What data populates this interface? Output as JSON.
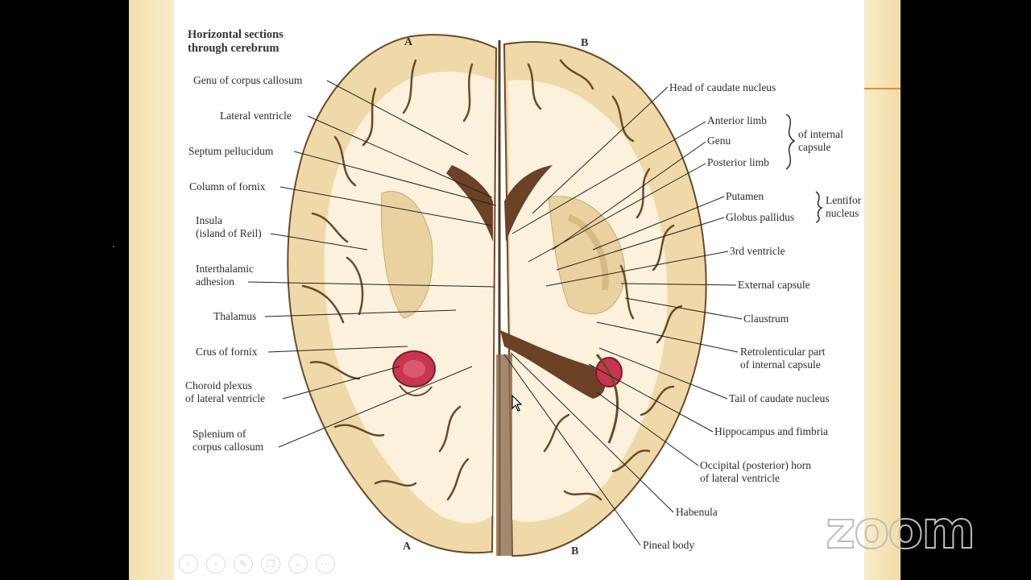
{
  "slide": {
    "title_line1": "Horizontal sections",
    "title_line2": "through cerebrum",
    "section_letters": {
      "top_left": "A",
      "top_right": "B",
      "bottom_left": "A",
      "bottom_right": "B"
    },
    "labels_left": [
      {
        "text": "Genu of corpus callosum"
      },
      {
        "text": "Lateral ventricle"
      },
      {
        "text": "Septum pellucidum"
      },
      {
        "text": "Column of fornix"
      },
      {
        "line1": "Insula",
        "line2": "(island of Reil)"
      },
      {
        "line1": "Interthalamic",
        "line2": "adhesion"
      },
      {
        "text": "Thalamus"
      },
      {
        "text": "Crus of fornix"
      },
      {
        "line1": "Choroid plexus",
        "line2": "of lateral ventricle"
      },
      {
        "line1": "Splenium of",
        "line2": "corpus callosum"
      }
    ],
    "labels_right": [
      {
        "text": "Head of caudate nucleus"
      },
      {
        "text": "Anterior limb"
      },
      {
        "text": "Genu"
      },
      {
        "text": "Posterior limb"
      },
      {
        "text": "Putamen"
      },
      {
        "text": "Globus pallidus"
      },
      {
        "text": "3rd ventricle"
      },
      {
        "text": "External capsule"
      },
      {
        "text": "Claustrum"
      },
      {
        "line1": "Retrolenticular part",
        "line2": "of internal capsule"
      },
      {
        "text": "Tail of caudate nucleus"
      },
      {
        "text": "Hippocampus and fimbria"
      },
      {
        "line1": "Occipital (posterior) horn",
        "line2": "of lateral ventricle"
      },
      {
        "text": "Habenula"
      },
      {
        "text": "Pineal body"
      }
    ],
    "group_internal_capsule": {
      "line1": "of internal",
      "line2": "capsule"
    },
    "group_lentiform": {
      "line1": "Lentifor",
      "line2": "nucleus"
    }
  },
  "watermark": "zoom",
  "toolbar_icons": [
    "back-icon",
    "forward-icon",
    "pen-icon",
    "copy-icon",
    "zoom-icon",
    "more-icon"
  ],
  "colors": {
    "brain_fill": "#f2dcae",
    "white_matter": "#fbf1dc",
    "sulcus": "#5a3a22",
    "choroid": "#c8354f",
    "orange_line": "#f08a24"
  }
}
